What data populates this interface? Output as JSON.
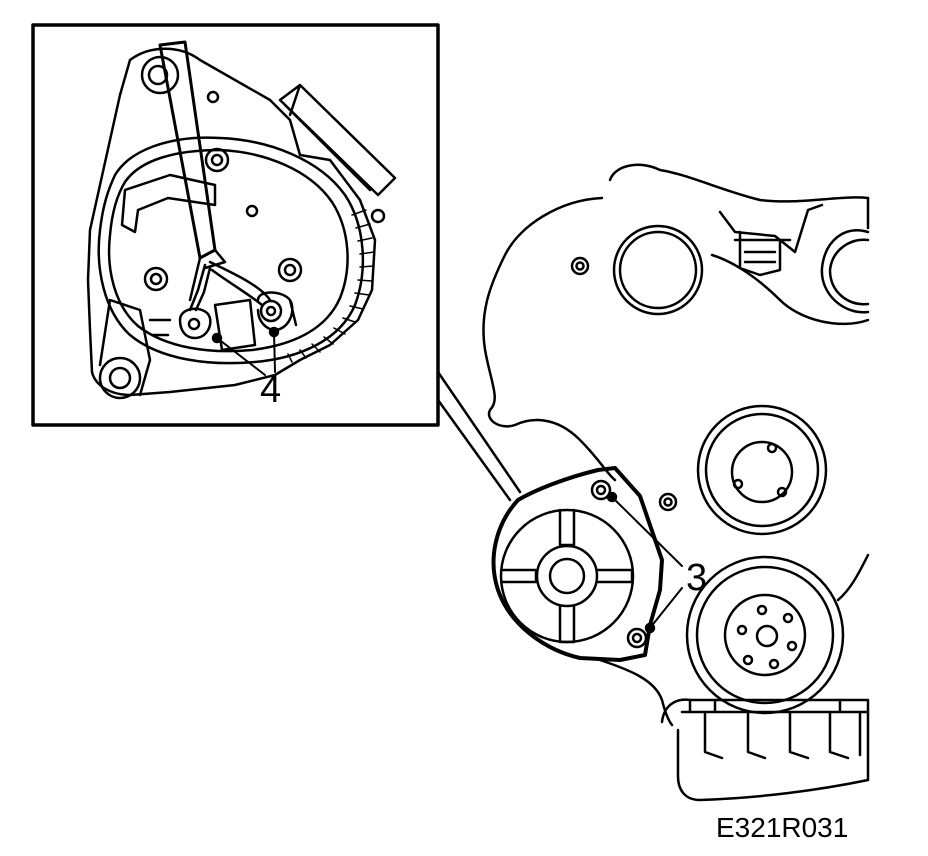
{
  "figure_ref": "E321R031",
  "callouts": {
    "inset": "4",
    "main": "3"
  },
  "colors": {
    "ink": "#000000",
    "paper": "#ffffff"
  }
}
